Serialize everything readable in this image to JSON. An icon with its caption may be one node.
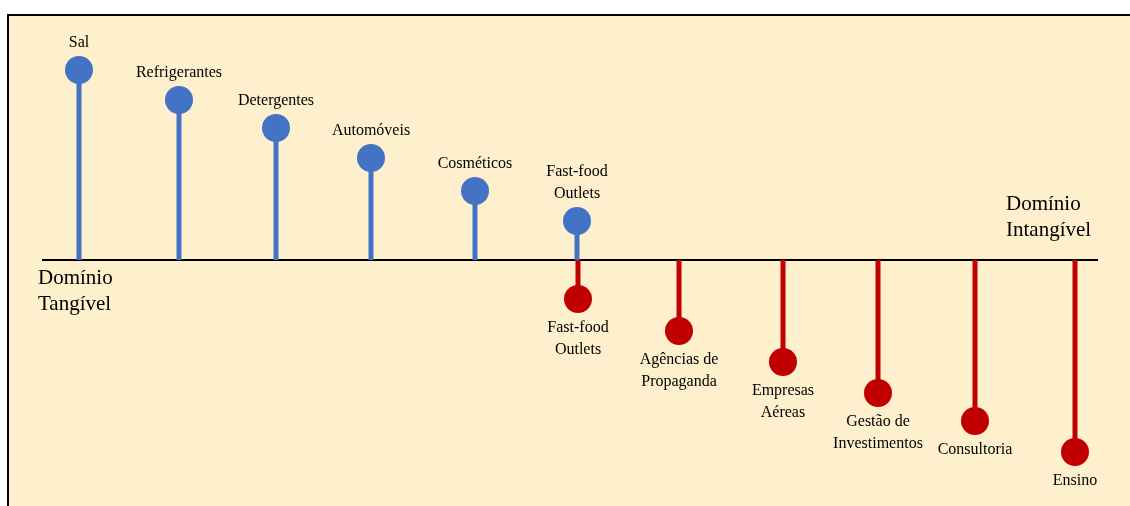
{
  "diagram": {
    "nodes": [
      {
        "text": [
          "Sal"
        ]
      },
      {
        "text": [
          "Refrigerantes"
        ]
      },
      {
        "text": [
          "Detergentes"
        ]
      },
      {
        "text": [
          "Automóveis"
        ]
      },
      {
        "text": [
          "Cosméticos"
        ]
      },
      {
        "text": [
          "Fast-food Outlets"
        ]
      },
      {
        "text": [
          "Fast-food Outlets"
        ]
      },
      {
        "text": [
          "Agências de Propaganda"
        ]
      },
      {
        "text": [
          "Empresas Aéreas"
        ]
      },
      {
        "text": [
          "Gestão de Investimentos"
        ]
      },
      {
        "text": [
          "Consultoria"
        ]
      },
      {
        "text": [
          "Ensino"
        ]
      }
    ],
    "labels": [
      "Domínio Intangível",
      "Domínio Tangível"
    ]
  }
}
